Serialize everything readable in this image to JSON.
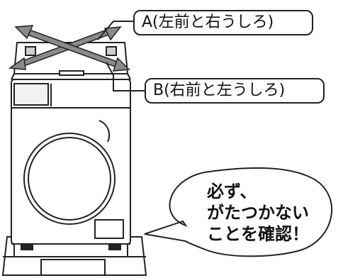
{
  "labels": {
    "a": "A(左前と右うしろ)",
    "b": "B(右前と左うしろ)"
  },
  "callout": {
    "line1": "必ず、",
    "line2": "がたつかない",
    "line3": "ことを確認！"
  },
  "colors": {
    "arrow": "#888888",
    "line": "#222222",
    "fill": "#ffffff",
    "shade": "#dddddd"
  }
}
